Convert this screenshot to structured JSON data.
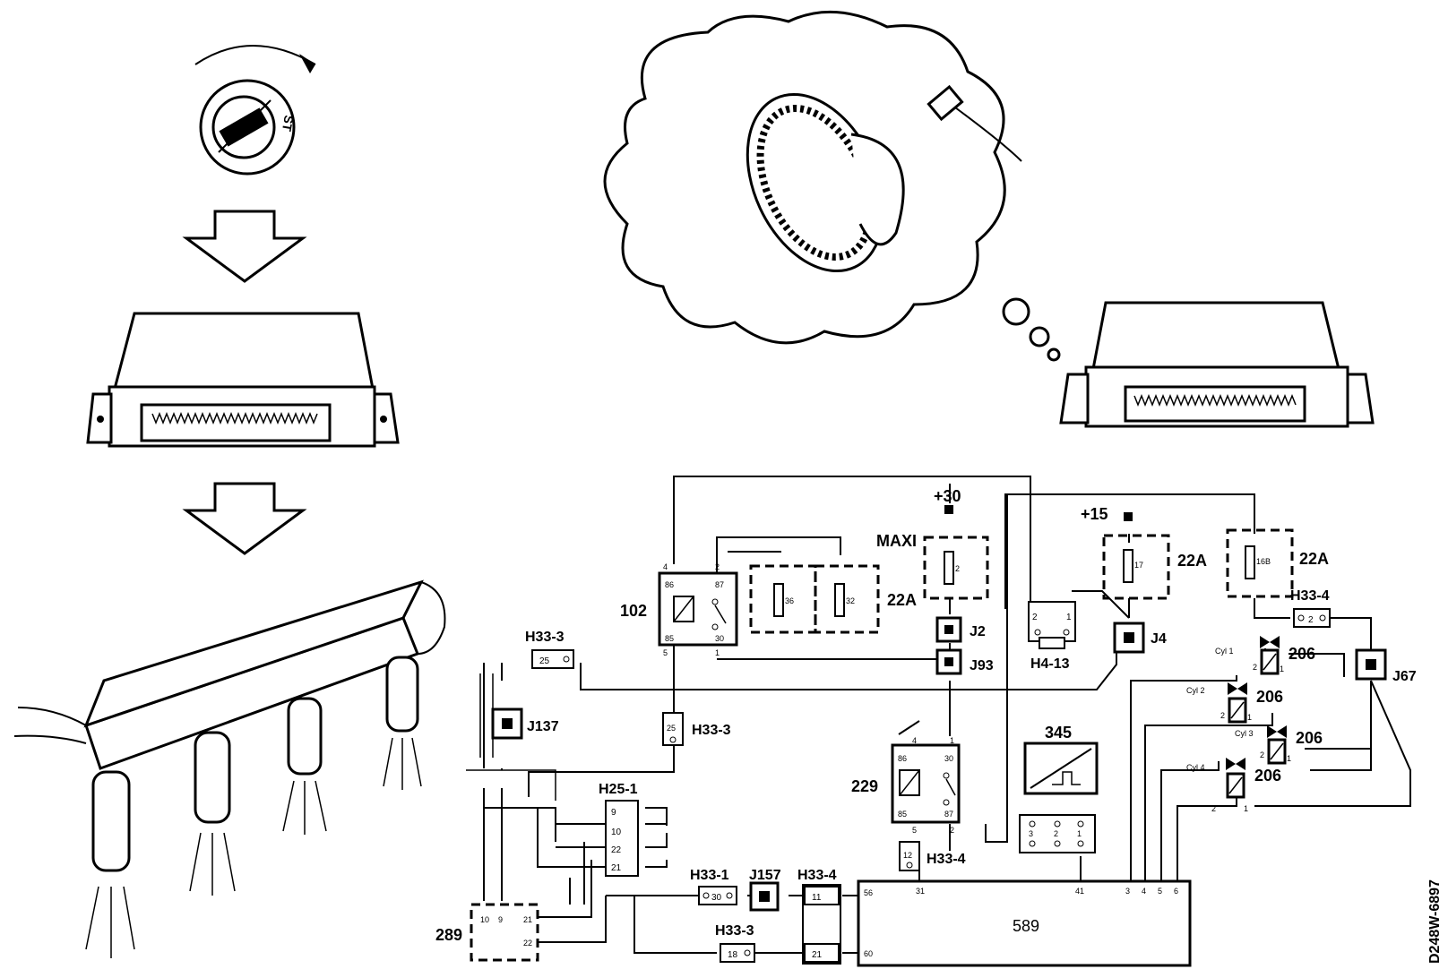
{
  "diagram": {
    "ref_code": "D248W-6897",
    "ignition_switch": {
      "position_label": "ST",
      "icon": "ignition-key-icon"
    },
    "components": {
      "relay_main": {
        "id": "102",
        "pins": [
          "4",
          "86",
          "87",
          "2",
          "85",
          "30",
          "5",
          "1"
        ]
      },
      "relay_pump": {
        "id": "229",
        "pins": [
          "4",
          "1",
          "86",
          "30",
          "85",
          "87",
          "5",
          "2"
        ]
      },
      "ecu": {
        "id": "589",
        "pins": [
          "56",
          "31",
          "41",
          "3",
          "4",
          "5",
          "6",
          "60"
        ]
      },
      "sensor": {
        "id": "345",
        "pins": [
          "3",
          "2",
          "1"
        ]
      },
      "block_289": {
        "id": "289",
        "pins": [
          "10",
          "9",
          "21",
          "22"
        ]
      },
      "fuse_maxi": {
        "label": "MAXI",
        "pin": "2",
        "supply": "+30"
      },
      "fuse_17": {
        "pin": "17",
        "box": "22A",
        "supply": "+15"
      },
      "fuse_16b": {
        "pin": "16B",
        "box": "22A"
      },
      "fuses_36_32": {
        "pins": [
          "36",
          "32"
        ],
        "box": "22A"
      },
      "injectors": [
        {
          "cyl": "Cyl 1",
          "id": "206"
        },
        {
          "cyl": "Cyl 2",
          "id": "206"
        },
        {
          "cyl": "Cyl 3",
          "id": "206"
        },
        {
          "cyl": "Cyl 4",
          "id": "206"
        }
      ],
      "injector_pins": [
        "2",
        "1"
      ]
    },
    "junctions": [
      "J2",
      "J93",
      "J4",
      "J67",
      "J137",
      "J157"
    ],
    "connectors": {
      "h33_3_a": {
        "label": "H33-3",
        "pin": "25"
      },
      "h33_3_b": {
        "label": "H33-3",
        "pin": "25"
      },
      "h33_3_c": {
        "label": "H33-3",
        "pin": "18"
      },
      "h33_4_a": {
        "label": "H33-4",
        "pin": "2"
      },
      "h33_4_b": {
        "label": "H33-4",
        "pin": "12"
      },
      "h33_4_c": {
        "label": "H33-4",
        "pins": [
          "11",
          "21"
        ]
      },
      "h33_1": {
        "label": "H33-1",
        "pin": "30"
      },
      "h4_13": {
        "label": "H4-13",
        "pins": [
          "2",
          "1"
        ]
      },
      "h25_1": {
        "label": "H25-1",
        "pins": [
          "9",
          "10",
          "22",
          "21"
        ]
      }
    }
  }
}
